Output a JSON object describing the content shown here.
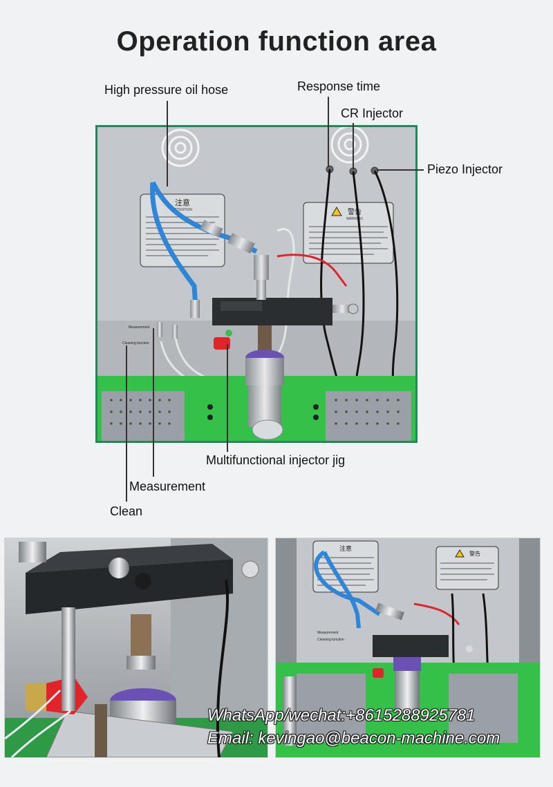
{
  "title": "Operation function area",
  "callouts": {
    "high_pressure_oil_hose": "High pressure oil hose",
    "response_time": "Response time",
    "cr_injector": "CR Injector",
    "piezo_injector": "Piezo Injector",
    "multifunctional_jig": "Multifunctional injector jig",
    "measurement": "Measurement",
    "clean": "Clean"
  },
  "photo_signs": {
    "attention_title": "注意",
    "attention_sub": "ATTENTION",
    "warning_title": "警告",
    "warning_sub": "WARNING",
    "port_measurement": "Measurement",
    "port_cleaning": "Cleaning function"
  },
  "contact": {
    "whatsapp": "WhatsApp/wechat:+8615288925781",
    "email": "Email: kevingao@beacon-machine.com"
  },
  "colors": {
    "frame_green": "#1f8a55",
    "tray_green": "#35c04a",
    "hose_blue": "#2f86d6",
    "knob_red": "#e0242a",
    "ring_purple": "#6a52b5"
  }
}
